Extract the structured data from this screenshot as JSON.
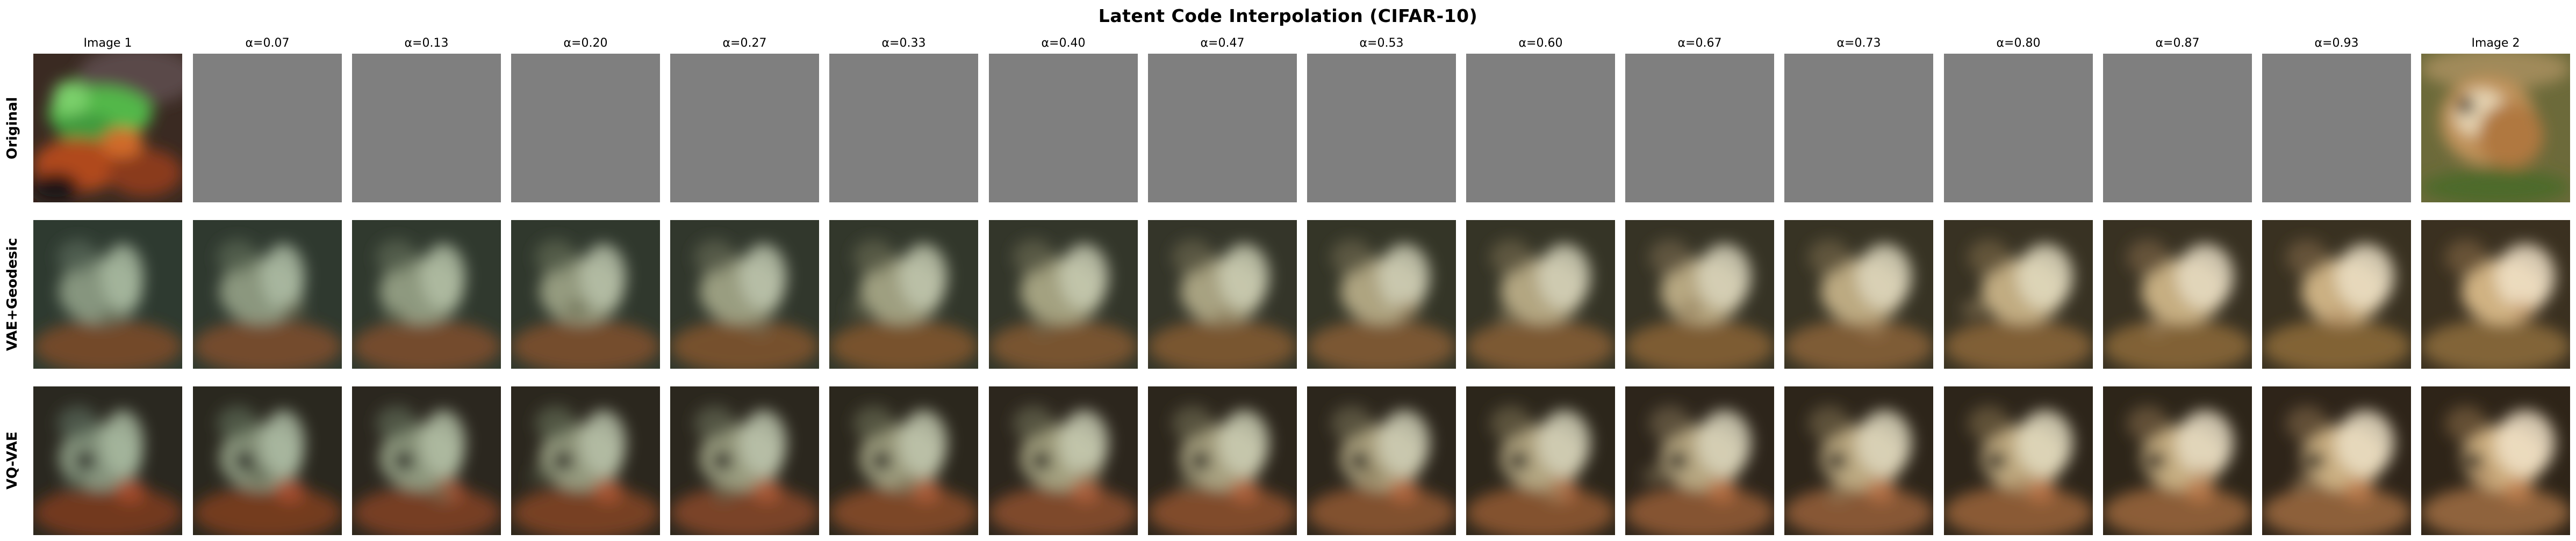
{
  "title": "Latent Code Interpolation (CIFAR-10)",
  "column_headers": [
    "Image 1",
    "α=0.07",
    "α=0.13",
    "α=0.20",
    "α=0.27",
    "α=0.33",
    "α=0.40",
    "α=0.47",
    "α=0.53",
    "α=0.60",
    "α=0.67",
    "α=0.73",
    "α=0.80",
    "α=0.87",
    "α=0.93",
    "Image 2"
  ],
  "rows": [
    {
      "label": "Original",
      "tiles": [
        "frog-photo",
        "gray",
        "gray",
        "gray",
        "gray",
        "gray",
        "gray",
        "gray",
        "gray",
        "gray",
        "gray",
        "gray",
        "gray",
        "gray",
        "gray",
        "dog-photo"
      ]
    },
    {
      "label": "VAE+Geodesic",
      "tiles": [
        "blurry-reconstruction",
        "blurry-reconstruction",
        "blurry-reconstruction",
        "blurry-reconstruction",
        "blurry-reconstruction",
        "blurry-reconstruction",
        "blurry-reconstruction",
        "blurry-reconstruction",
        "blurry-reconstruction",
        "blurry-reconstruction",
        "blurry-reconstruction",
        "blurry-reconstruction",
        "blurry-reconstruction",
        "blurry-reconstruction",
        "blurry-reconstruction",
        "blurry-reconstruction"
      ]
    },
    {
      "label": "VQ-VAE",
      "tiles": [
        "blurry-reconstruction",
        "blurry-reconstruction",
        "blurry-reconstruction",
        "blurry-reconstruction",
        "blurry-reconstruction",
        "blurry-reconstruction",
        "blurry-reconstruction",
        "blurry-reconstruction",
        "blurry-reconstruction",
        "blurry-reconstruction",
        "blurry-reconstruction",
        "blurry-reconstruction",
        "blurry-reconstruction",
        "blurry-reconstruction",
        "blurry-reconstruction",
        "blurry-reconstruction"
      ]
    }
  ]
}
